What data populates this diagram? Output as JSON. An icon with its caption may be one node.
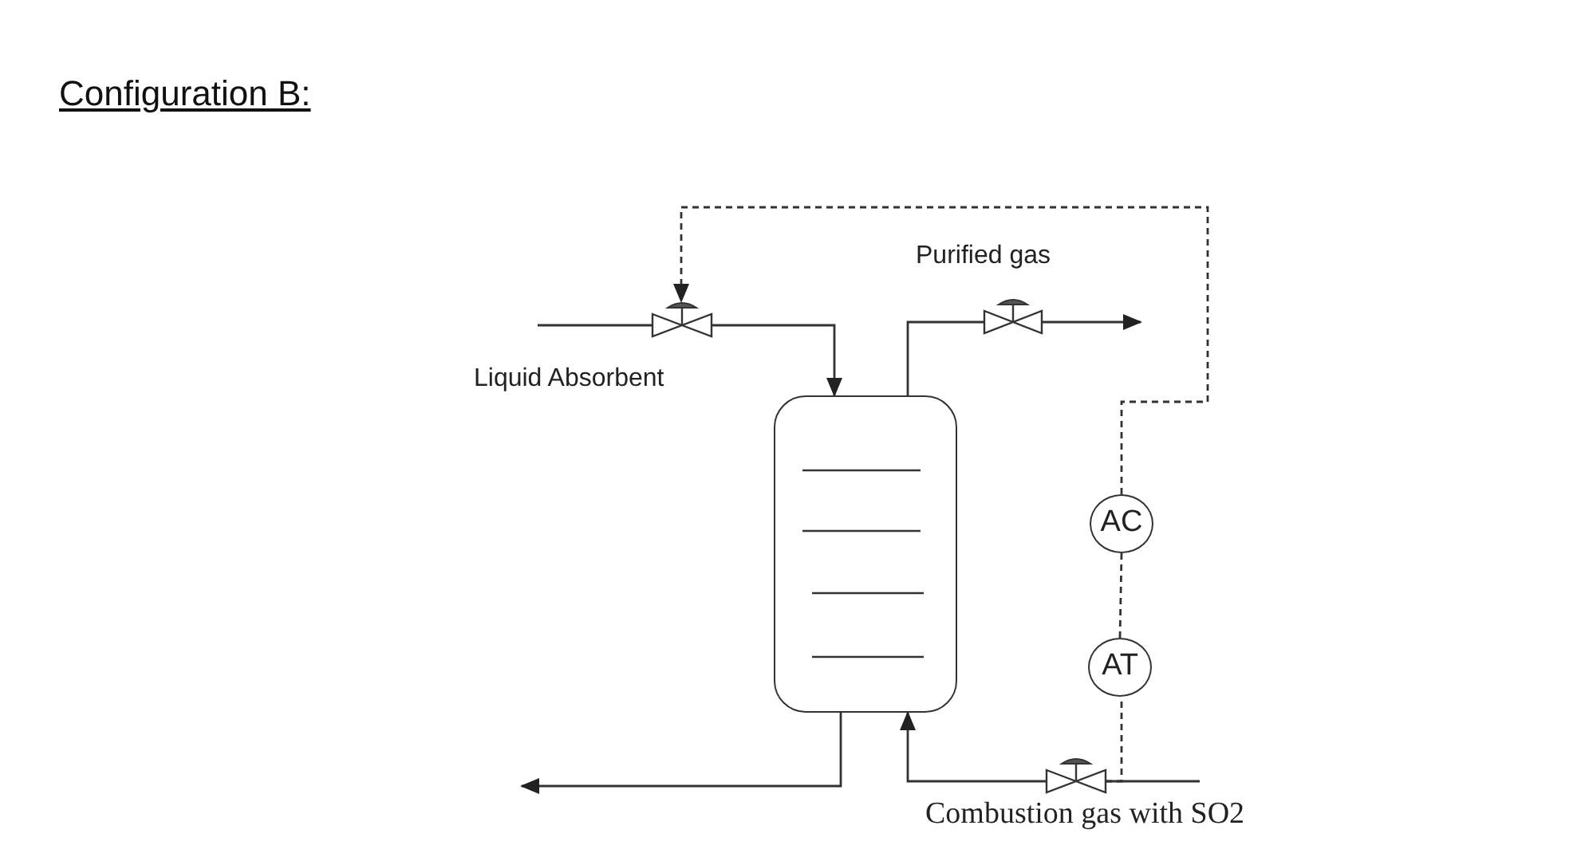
{
  "diagram": {
    "title": "Configuration B:",
    "nodes": [
      {
        "text": [],
        "shape": "cylinder"
      },
      {
        "text": [],
        "shape": "valve",
        "beside": [
          "Liquid Absorbent"
        ]
      },
      {
        "text": [],
        "shape": "valve",
        "beside": [
          "Purified gas"
        ]
      },
      {
        "text": [],
        "shape": "valve",
        "beside": [
          "Combustion gas with SO2"
        ]
      },
      {
        "text": [
          "AC"
        ]
      },
      {
        "text": [
          "AT"
        ]
      }
    ],
    "edges": [
      {
        "from": null,
        "to": 1,
        "arrow": "none"
      },
      {
        "from": 1,
        "to": 0,
        "arrow": "to"
      },
      {
        "from": 0,
        "to": 2,
        "arrow": "none"
      },
      {
        "from": 2,
        "to": null,
        "arrow": "to"
      },
      {
        "from": 0,
        "to": null,
        "arrow": "to"
      },
      {
        "from": 3,
        "to": 0,
        "arrow": "to"
      },
      {
        "from": null,
        "to": 3,
        "arrow": "none"
      },
      {
        "from": 3,
        "to": 5,
        "arrow": "none",
        "style": "dashed"
      },
      {
        "from": 5,
        "to": 4,
        "arrow": "none",
        "style": "dashed"
      },
      {
        "from": 4,
        "to": 1,
        "arrow": "to",
        "style": "dashed"
      }
    ]
  }
}
